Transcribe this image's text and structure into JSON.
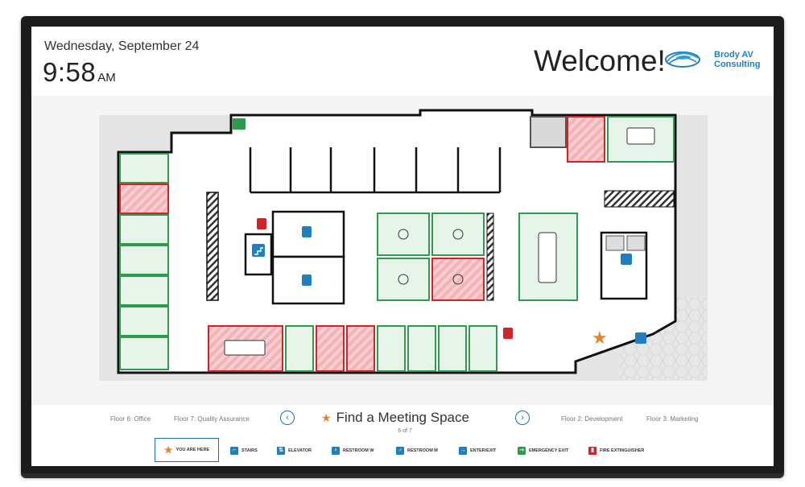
{
  "header": {
    "date": "Wednesday, September 24",
    "time": "9:58",
    "ampm": "AM",
    "welcome": "Welcome!",
    "company_line1": "Brody AV",
    "company_line2": "Consulting"
  },
  "nav": {
    "floors_left": [
      "Floor 6: Office",
      "Floor 7: Quality Assurance"
    ],
    "floors_right": [
      "Floor 2: Development",
      "Floor 3: Marketing"
    ],
    "prev_label": "‹",
    "next_label": "›",
    "title": "Find a Meeting Space",
    "pager": "6 of 7"
  },
  "legend": [
    {
      "label": "YOU ARE HERE",
      "icon": "star-icon"
    },
    {
      "label": "STAIRS",
      "icon": "stairs-icon"
    },
    {
      "label": "ELEVATOR",
      "icon": "elevator-icon"
    },
    {
      "label": "RESTROOM W",
      "icon": "restroom-w-icon"
    },
    {
      "label": "RESTROOM M",
      "icon": "restroom-m-icon"
    },
    {
      "label": "ENTER/EXIT",
      "icon": "enter-exit-icon"
    },
    {
      "label": "EMERGENCY EXIT",
      "icon": "emergency-exit-icon"
    },
    {
      "label": "FIRE EXTINGUISHER",
      "icon": "fire-extinguisher-icon"
    }
  ],
  "colors": {
    "available": "#2e9a4e",
    "booked": "#d2232a",
    "accent": "#1f6fb0",
    "star": "#e6822a"
  }
}
